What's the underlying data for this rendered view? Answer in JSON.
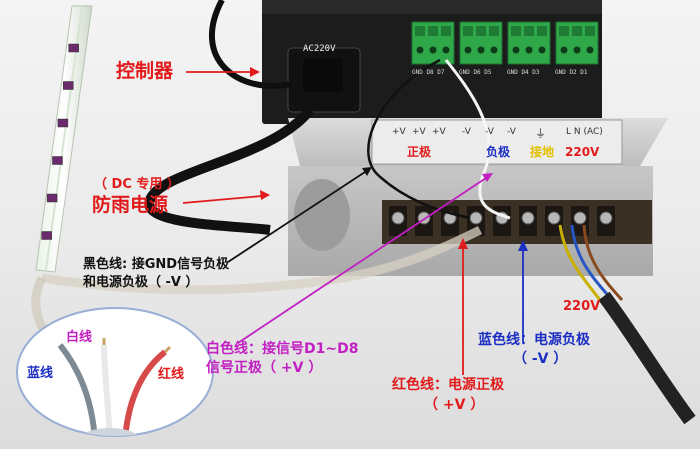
{
  "controller": {
    "power_inlet_label": "AC220V",
    "terminal_labels": [
      "GND D8 D7",
      "GND D6 D5",
      "GND D4 D3",
      "GND D2 D1"
    ]
  },
  "psu": {
    "terminal_labels": [
      "+V",
      "+V",
      "+V",
      "-V",
      "-V",
      "-V",
      "⏚",
      "L N (AC)"
    ]
  },
  "annotations": {
    "controller": "控制器",
    "dc_only": "（ DC 专用 ）",
    "rainproof_psu": "防雨电源",
    "black_wire_line1": "黑色线: 接GND信号负极",
    "black_wire_line2": "和电源负极（ -V ）",
    "positive": "正极",
    "negative": "负极",
    "ground": "接地",
    "ac_220v_top": "220V",
    "ac_220v_bottom": "220V",
    "white_wire_line1": "白色线：接信号D1~D8",
    "white_wire_line2": "信号正极（ +V ）",
    "blue_wire_line1": "蓝色线：电源负极",
    "blue_wire_line2": "（ -V ）",
    "red_wire_line1": "红色线：电源正极",
    "red_wire_line2": "（ +V ）"
  },
  "inset": {
    "blue_line": "蓝线",
    "white_line": "白线",
    "red_line": "红线"
  },
  "colors": {
    "annotation_red": "#e11b1b",
    "annotation_magenta": "#c21fc2",
    "annotation_blue": "#1c2fc2",
    "annotation_yellow": "#e0c000",
    "terminal_green": "#2fa84a",
    "psu_silver": "#c9c9c9"
  }
}
